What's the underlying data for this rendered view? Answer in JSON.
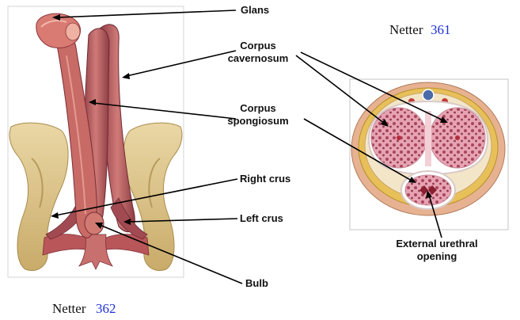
{
  "left_figure": {
    "reference": {
      "prefix": "Netter",
      "number": "362"
    },
    "labels": {
      "glans": "Glans",
      "corpus_cavernosum_line1": "Corpus",
      "corpus_cavernosum_line2": "cavernosum",
      "corpus_spongiosum_line1": "Corpus",
      "corpus_spongiosum_line2": "spongiosum",
      "right_crus": "Right crus",
      "left_crus": "Left crus",
      "bulb": "Bulb"
    }
  },
  "right_figure": {
    "reference": {
      "prefix": "Netter",
      "number": "361"
    },
    "labels": {
      "external_urethral_line1": "External urethral",
      "external_urethral_line2": "opening"
    }
  },
  "colors": {
    "reference_number": "#1f2fd6",
    "bone": "#d9c289",
    "muscle": "#c1645f",
    "tissue": "#d77a86",
    "fat": "#e8c05a"
  }
}
